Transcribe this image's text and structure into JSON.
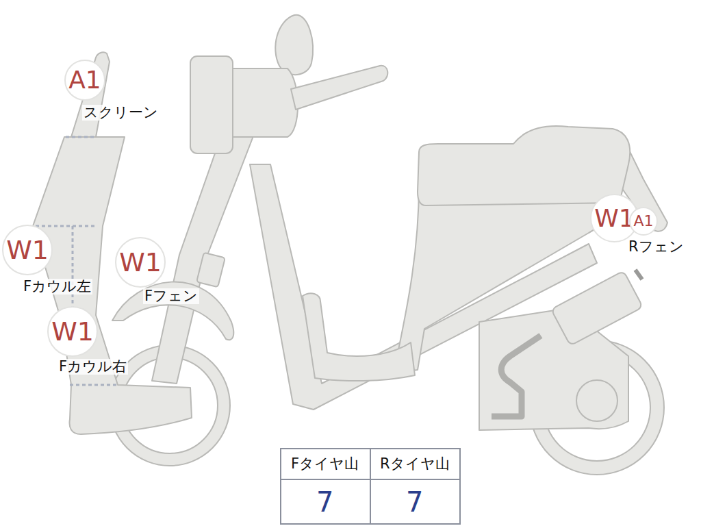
{
  "diagram": {
    "nodes": [
      {
        "text": [
          "A1"
        ]
      },
      {
        "text": [
          "W1"
        ]
      },
      {
        "text": [
          "W1"
        ]
      },
      {
        "text": [
          "W1"
        ]
      },
      {
        "text": [
          "W1"
        ]
      },
      {
        "text": [
          "A1"
        ]
      }
    ],
    "labels": [
      "スクリーン",
      "Fカウル左",
      "Fフェン",
      "Fカウル右",
      "Rフェン",
      "Fタイヤ山",
      "Rタイヤ山",
      "7",
      "7"
    ]
  }
}
